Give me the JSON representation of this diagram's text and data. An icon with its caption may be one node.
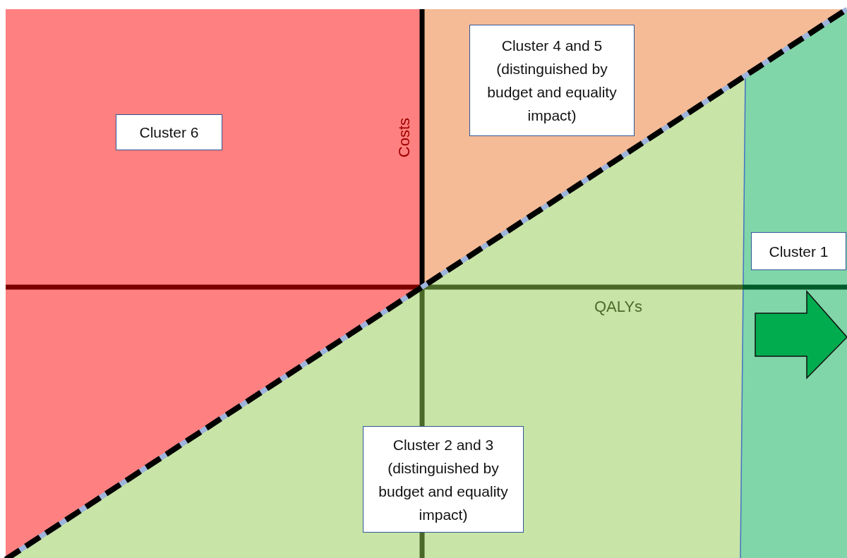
{
  "diagram": {
    "nodes": [
      {
        "text": [
          "Cluster 6"
        ]
      },
      {
        "text": [
          "Cluster 4 and 5 (distinguished by budget and equality impact)"
        ]
      },
      {
        "text": [
          "Cluster 1"
        ]
      },
      {
        "text": [
          "Cluster 2 and 3 (distinguished by budget and equality impact)"
        ]
      }
    ],
    "labels": [
      "Costs",
      "QALYs"
    ]
  }
}
